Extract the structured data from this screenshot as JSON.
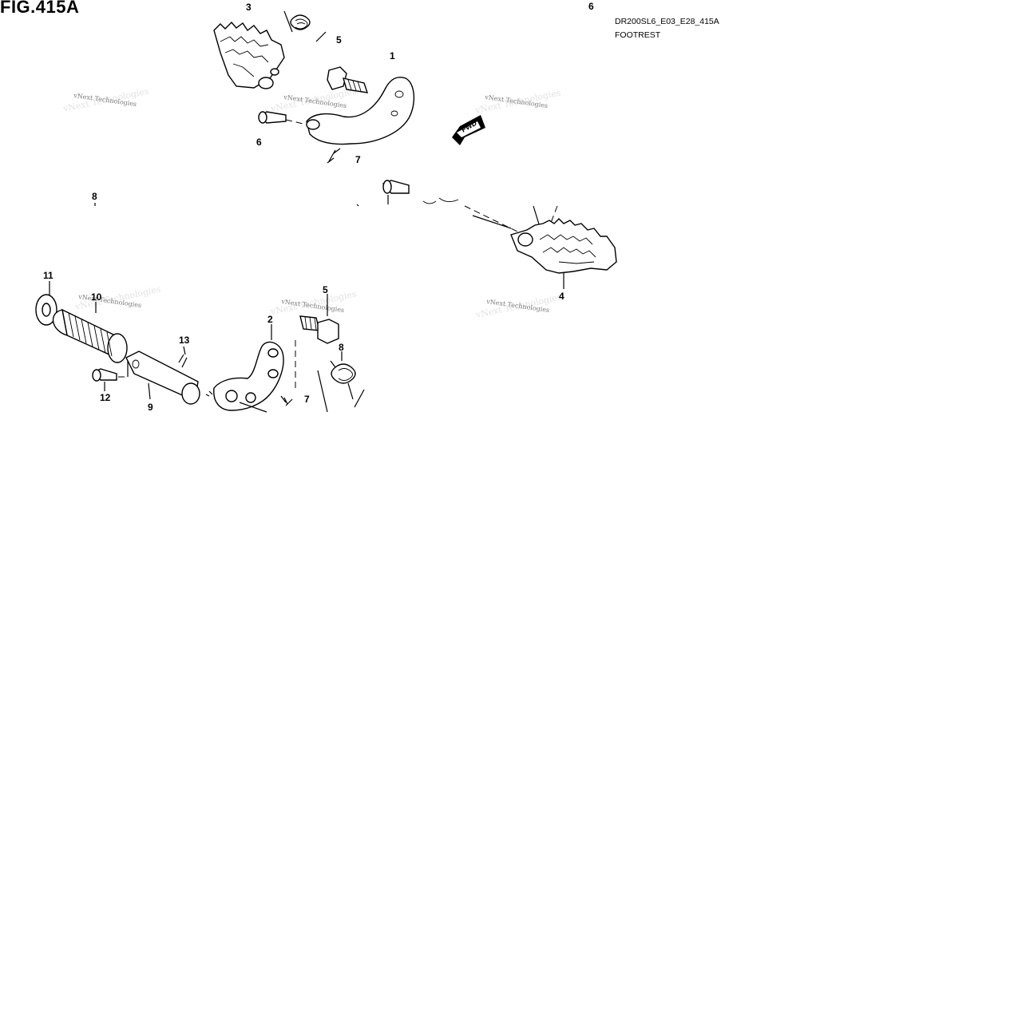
{
  "figure": {
    "title": "FIG.415A",
    "model_code": "DR200SL6_E03_E28_415A",
    "group_name": "FOOTREST"
  },
  "direction_marker": "FWD",
  "watermark": "vNext Technologies",
  "callouts": [
    {
      "id": "c1",
      "label": "1"
    },
    {
      "id": "c2",
      "label": "2"
    },
    {
      "id": "c3",
      "label": "3"
    },
    {
      "id": "c4",
      "label": "4"
    },
    {
      "id": "c5a",
      "label": "5"
    },
    {
      "id": "c5b",
      "label": "5"
    },
    {
      "id": "c6a",
      "label": "6"
    },
    {
      "id": "c6b",
      "label": "6"
    },
    {
      "id": "c7a",
      "label": "7"
    },
    {
      "id": "c7b",
      "label": "7"
    },
    {
      "id": "c8a",
      "label": "8"
    },
    {
      "id": "c8b",
      "label": "8"
    },
    {
      "id": "c9",
      "label": "9"
    },
    {
      "id": "c10",
      "label": "10"
    },
    {
      "id": "c11",
      "label": "11"
    },
    {
      "id": "c12",
      "label": "12"
    },
    {
      "id": "c13",
      "label": "13"
    }
  ]
}
